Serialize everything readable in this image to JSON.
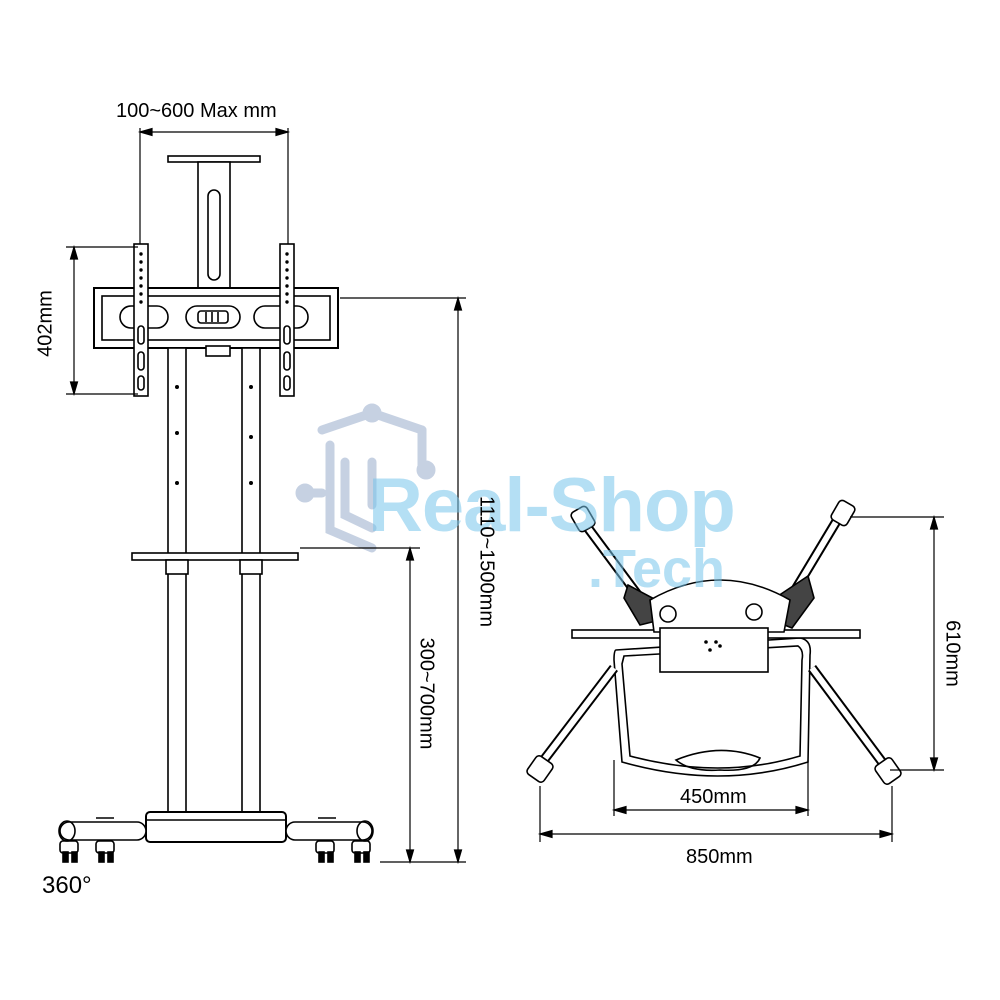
{
  "dimensions": {
    "vesa": "100~600 Max mm",
    "bracket_height": "402mm",
    "total_height": "1110~1500mm",
    "shelf_height": "300~700mm",
    "depth": "610mm",
    "inner_width": "450mm",
    "outer_width": "850mm",
    "rotation": "360°"
  },
  "watermark": {
    "line1": "Real-Shop",
    "line2": ".Tech",
    "color": "#76c4eb"
  },
  "colors": {
    "line": "#000000",
    "background": "#ffffff"
  }
}
